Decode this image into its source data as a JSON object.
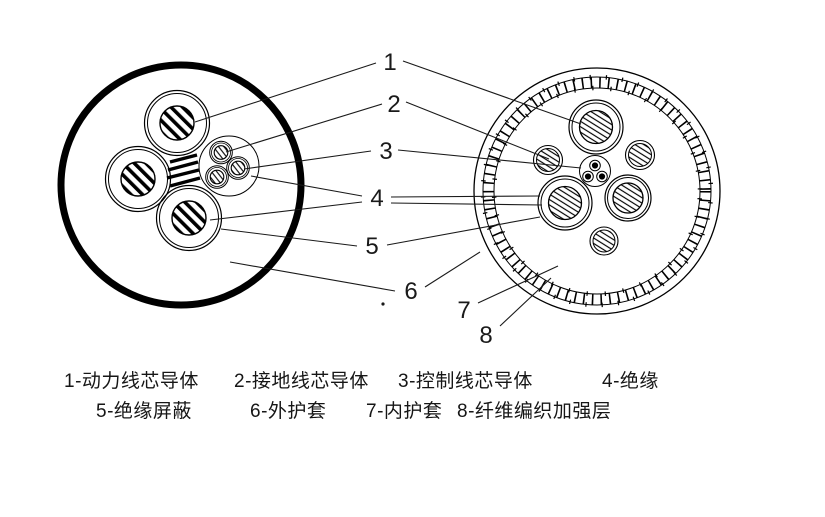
{
  "page": {
    "background": "#ffffff",
    "ink": "#000000"
  },
  "callouts": [
    {
      "number": "1"
    },
    {
      "number": "2"
    },
    {
      "number": "3"
    },
    {
      "number": "4"
    },
    {
      "number": "5"
    },
    {
      "number": "6"
    },
    {
      "number": "7"
    },
    {
      "number": "8"
    }
  ],
  "legend": {
    "row1": [
      "1-动力线芯导体",
      "2-接地线芯导体",
      "3-控制线芯导体",
      "4-绝缘"
    ],
    "row2": [
      "5-绝缘屏蔽",
      "6-外护套",
      "7-内护套",
      "8-纤维编织加强层"
    ]
  }
}
